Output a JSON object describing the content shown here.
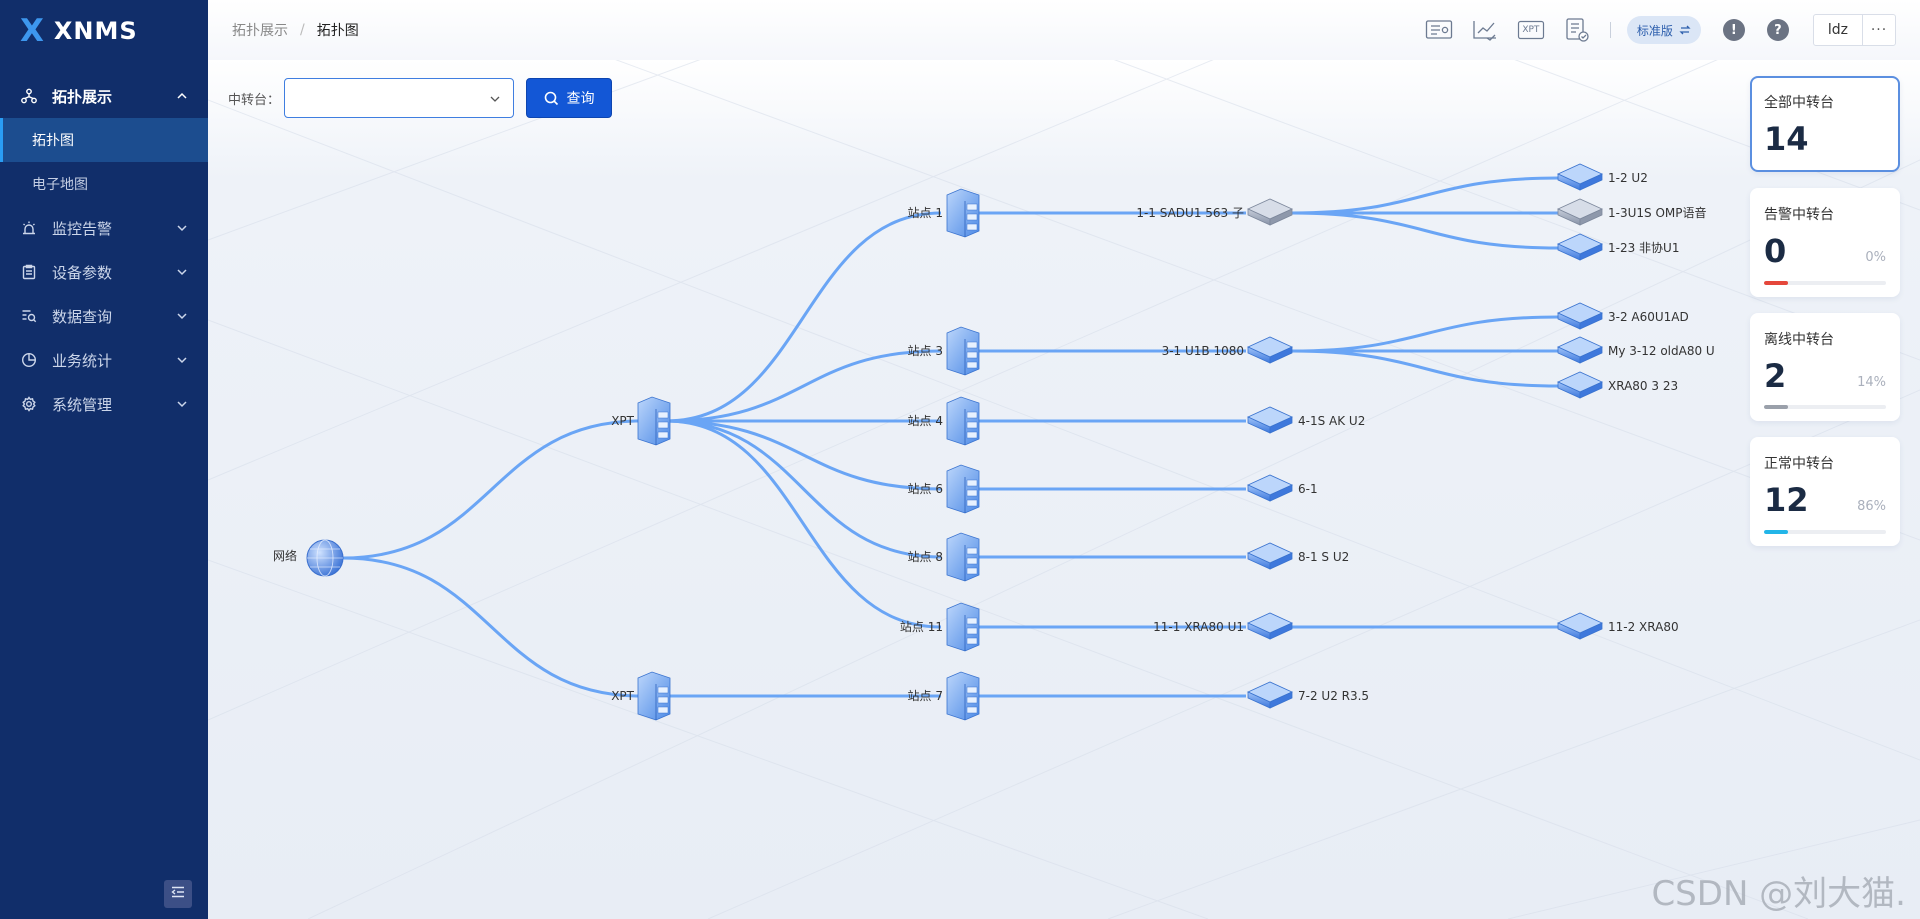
{
  "app": {
    "name": "XNMS",
    "logo_glyph": "X"
  },
  "sidebar": {
    "items": [
      {
        "label": "拓扑展示",
        "icon": "topology-icon",
        "open": true,
        "children": [
          {
            "label": "拓扑图",
            "active": true
          },
          {
            "label": "电子地图",
            "active": false
          }
        ]
      },
      {
        "label": "监控告警",
        "icon": "alarm-icon"
      },
      {
        "label": "设备参数",
        "icon": "clipboard-icon"
      },
      {
        "label": "数据查询",
        "icon": "data-search-icon"
      },
      {
        "label": "业务统计",
        "icon": "pie-chart-icon"
      },
      {
        "label": "系统管理",
        "icon": "gear-icon"
      }
    ],
    "collapse_icon": "collapse-menu-icon"
  },
  "header": {
    "breadcrumb": [
      "拓扑展示",
      "拓扑图"
    ],
    "icons": [
      "monitor-list-icon",
      "chart-check-icon",
      "xpt-icon",
      "report-check-icon"
    ],
    "xpt_text": "XPT",
    "version_badge": "标准版",
    "user": "ldz",
    "more": "···"
  },
  "filter": {
    "label": "中转台：",
    "select_value": "",
    "query_label": "查询"
  },
  "topology": {
    "root": {
      "label": "网络"
    },
    "xpt_label": "XPT",
    "stations": [
      "站点 1",
      "站点 3",
      "站点 4",
      "站点 6",
      "站点 8",
      "站点 11",
      "站点 7"
    ],
    "repeaters": [
      "1-1 SADU1 563 子",
      "3-1 U1B 1080",
      "4-1S AK U2",
      "6-1",
      "8-1 S U2",
      "11-1 XRA80 U1",
      "7-2 U2 R3.5"
    ],
    "leaves": [
      "1-2 U2",
      "1-3U1S OMP语音",
      "1-23 非协U1",
      "3-2 A60U1AD",
      "My 3-12 oldA80 U",
      "XRA80 3 23",
      "11-2 XRA80"
    ]
  },
  "stats": [
    {
      "title": "全部中转台",
      "value": "14",
      "percent": "",
      "color": "#2f6fd6",
      "fill": 1
    },
    {
      "title": "告警中转台",
      "value": "0",
      "percent": "0%",
      "color": "#e5473b",
      "fill": 0.2
    },
    {
      "title": "离线中转台",
      "value": "2",
      "percent": "14%",
      "color": "#9aa0aa",
      "fill": 0.2
    },
    {
      "title": "正常中转台",
      "value": "12",
      "percent": "86%",
      "color": "#22b5e8",
      "fill": 0.2
    }
  ],
  "colors": {
    "sidebar": "#112e6a",
    "accent": "#1357d6",
    "link": "#6aa5f5"
  },
  "watermark": "CSDN @刘大猫."
}
